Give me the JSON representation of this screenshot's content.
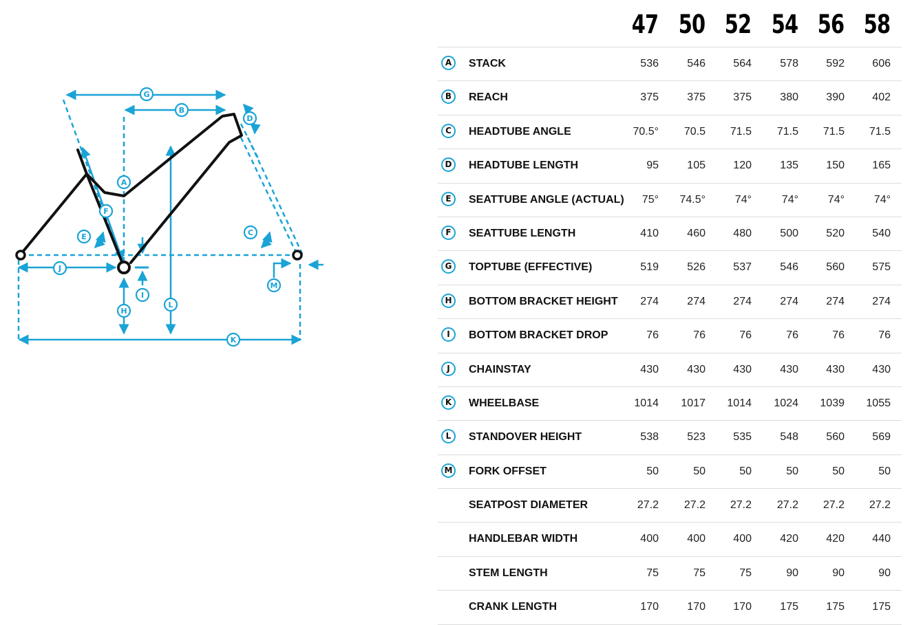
{
  "colors": {
    "accent": "#1aa3d6",
    "frame": "#111111",
    "divider": "#dcdcdc"
  },
  "diagram": {
    "letters": [
      "A",
      "B",
      "C",
      "D",
      "E",
      "F",
      "G",
      "H",
      "I",
      "J",
      "K",
      "L",
      "M"
    ]
  },
  "table": {
    "sizes": [
      "47",
      "50",
      "52",
      "54",
      "56",
      "58"
    ],
    "rows": [
      {
        "letter": "A",
        "label": "STACK",
        "values": [
          "536",
          "546",
          "564",
          "578",
          "592",
          "606"
        ]
      },
      {
        "letter": "B",
        "label": "REACH",
        "values": [
          "375",
          "375",
          "375",
          "380",
          "390",
          "402"
        ]
      },
      {
        "letter": "C",
        "label": "HEADTUBE ANGLE",
        "values": [
          "70.5°",
          "70.5",
          "71.5",
          "71.5",
          "71.5",
          "71.5"
        ]
      },
      {
        "letter": "D",
        "label": "HEADTUBE LENGTH",
        "values": [
          "95",
          "105",
          "120",
          "135",
          "150",
          "165"
        ]
      },
      {
        "letter": "E",
        "label": "SEATTUBE ANGLE (ACTUAL)",
        "values": [
          "75°",
          "74.5°",
          "74°",
          "74°",
          "74°",
          "74°"
        ]
      },
      {
        "letter": "F",
        "label": "SEATTUBE LENGTH",
        "values": [
          "410",
          "460",
          "480",
          "500",
          "520",
          "540"
        ]
      },
      {
        "letter": "G",
        "label": "TOPTUBE (EFFECTIVE)",
        "values": [
          "519",
          "526",
          "537",
          "546",
          "560",
          "575"
        ]
      },
      {
        "letter": "H",
        "label": "BOTTOM BRACKET HEIGHT",
        "values": [
          "274",
          "274",
          "274",
          "274",
          "274",
          "274"
        ]
      },
      {
        "letter": "I",
        "label": "BOTTOM BRACKET DROP",
        "values": [
          "76",
          "76",
          "76",
          "76",
          "76",
          "76"
        ]
      },
      {
        "letter": "J",
        "label": "CHAINSTAY",
        "values": [
          "430",
          "430",
          "430",
          "430",
          "430",
          "430"
        ]
      },
      {
        "letter": "K",
        "label": "WHEELBASE",
        "values": [
          "1014",
          "1017",
          "1014",
          "1024",
          "1039",
          "1055"
        ]
      },
      {
        "letter": "L",
        "label": "STANDOVER HEIGHT",
        "values": [
          "538",
          "523",
          "535",
          "548",
          "560",
          "569"
        ]
      },
      {
        "letter": "M",
        "label": "FORK OFFSET",
        "values": [
          "50",
          "50",
          "50",
          "50",
          "50",
          "50"
        ]
      },
      {
        "letter": "",
        "label": "SEATPOST DIAMETER",
        "values": [
          "27.2",
          "27.2",
          "27.2",
          "27.2",
          "27.2",
          "27.2"
        ]
      },
      {
        "letter": "",
        "label": "HANDLEBAR WIDTH",
        "values": [
          "400",
          "400",
          "400",
          "420",
          "420",
          "440"
        ]
      },
      {
        "letter": "",
        "label": "STEM LENGTH",
        "values": [
          "75",
          "75",
          "75",
          "90",
          "90",
          "90"
        ]
      },
      {
        "letter": "",
        "label": "CRANK LENGTH",
        "values": [
          "170",
          "170",
          "170",
          "175",
          "175",
          "175"
        ]
      }
    ]
  }
}
